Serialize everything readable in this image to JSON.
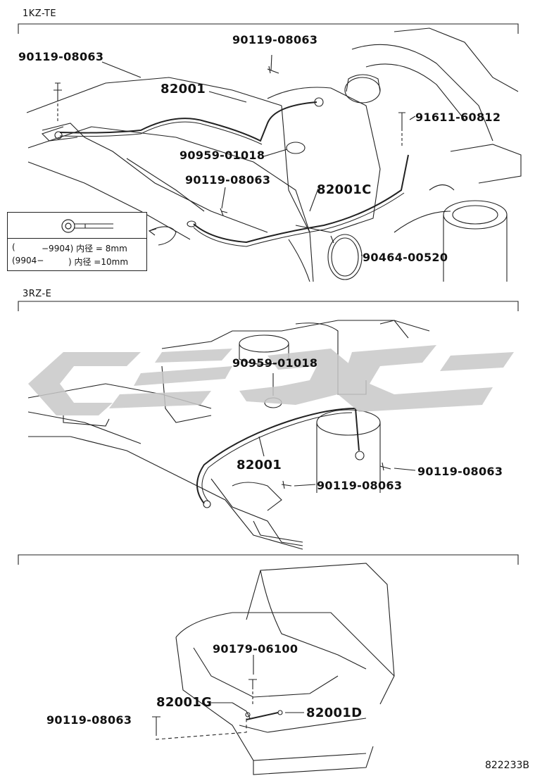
{
  "sections": {
    "top_label": "1KZ-TE",
    "middle_label": "3RZ-E"
  },
  "callouts_1kz": {
    "bolt_left": "90119-08063",
    "bolt_top": "90119-08063",
    "cable_main": "82001",
    "bolt_right": "91611-60812",
    "clamp_upper": "90959-01018",
    "bolt_mid": "90119-08063",
    "cable_c": "82001C",
    "clamp_band": "90464-00520"
  },
  "legend": {
    "row1_left": "(",
    "row1_right": "−9904)  内径 = 8mm",
    "row2_left": "(9904−",
    "row2_right": ")  内径 =10mm"
  },
  "callouts_3rz": {
    "clamp": "90959-01018",
    "cable": "82001",
    "bolt_right": "90119-08063",
    "bolt_lower": "90119-08063"
  },
  "callouts_seat": {
    "nut": "90179-06100",
    "cable_g": "82001G",
    "cable_d": "82001D",
    "bolt_left": "90119-08063"
  },
  "figure_number": "822233B",
  "colors": {
    "line": "#222222",
    "watermark": "#c8c8c8",
    "background": "#ffffff"
  }
}
